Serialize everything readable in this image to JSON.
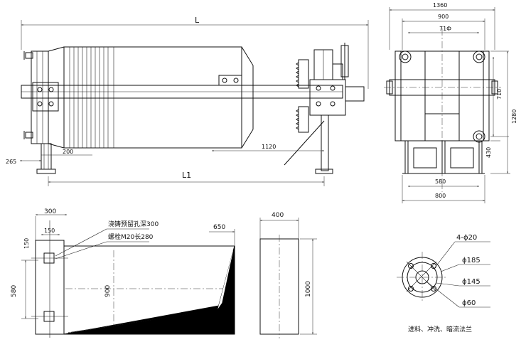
{
  "labels": {
    "L": "L",
    "L1": "L1",
    "d265": "265",
    "d200": "200",
    "d1120": "1120",
    "d1360": "1360",
    "d900_top": "900",
    "d710_top": "71Ф",
    "d710_side": "710",
    "d1280": "1280",
    "d430": "430",
    "d580_end": "580",
    "d800": "800",
    "d300": "300",
    "d150_h": "150",
    "d150_v": "150",
    "d580_fd": "580",
    "d900_fd": "900",
    "d650": "650",
    "d400": "400",
    "d1000": "1000",
    "note_anchor": "浇铸预留孔深300",
    "note_bolt": "螺栓M20长280",
    "fl_holes": "4-ϕ20",
    "fl_185": "ϕ185",
    "fl_145": "ϕ145",
    "fl_60": "ϕ60",
    "flange_caption": "进料、冲洗、暗流法兰"
  }
}
